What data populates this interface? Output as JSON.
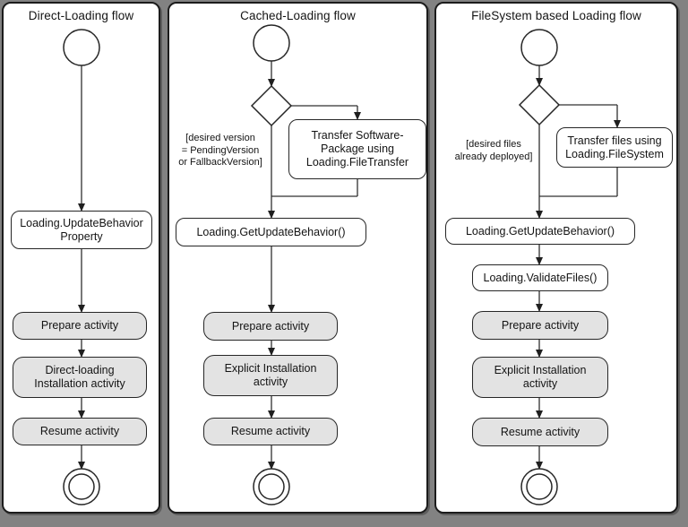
{
  "colors": {
    "background": "#828282",
    "panel_fill": "#ffffff",
    "panel_border": "#1c1c1c",
    "activity_fill": "#e3e3e3",
    "action_fill": "#ffffff",
    "node_border": "#262626",
    "edge": "#303030",
    "text": "#141414"
  },
  "panels": [
    {
      "title": "Direct-Loading flow",
      "nodes": {
        "update_behavior": "Loading.UpdateBehavior\nProperty",
        "prepare": "Prepare activity",
        "install": "Direct-loading\nInstallation activity",
        "resume": "Resume activity"
      }
    },
    {
      "title": "Cached-Loading flow",
      "guard": "[desired version\n= PendingVersion\nor FallbackVersion]",
      "nodes": {
        "transfer": "Transfer Software-\nPackage using\nLoading.FileTransfer",
        "get_update_behavior": "Loading.GetUpdateBehavior()",
        "prepare": "Prepare activity",
        "install": "Explicit Installation\nactivity",
        "resume": "Resume activity"
      }
    },
    {
      "title": "FileSystem based Loading flow",
      "guard": "[desired files\nalready deployed]",
      "nodes": {
        "transfer": "Transfer files using\nLoading.FileSystem",
        "get_update_behavior": "Loading.GetUpdateBehavior()",
        "validate_files": "Loading.ValidateFiles()",
        "prepare": "Prepare activity",
        "install": "Explicit Installation\nactivity",
        "resume": "Resume activity"
      }
    }
  ]
}
